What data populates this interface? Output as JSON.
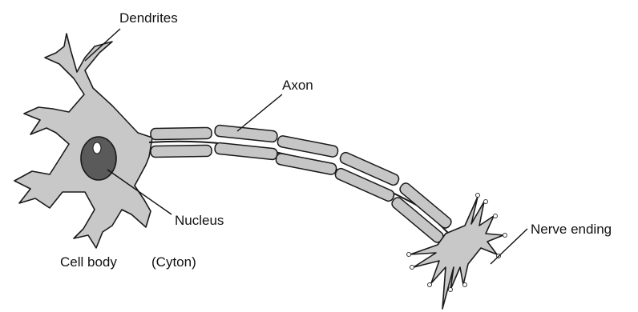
{
  "labels": {
    "dendrites": "Dendrites",
    "axon": "Axon",
    "nucleus": "Nucleus",
    "cell_body": "Cell body",
    "cyton": "(Cyton)",
    "nerve_ending": "Nerve ending"
  },
  "colors": {
    "cell_fill": "#c8c8c8",
    "nucleus_fill": "#5a5a5a",
    "outline": "#1a1a1a",
    "background": "#ffffff"
  }
}
